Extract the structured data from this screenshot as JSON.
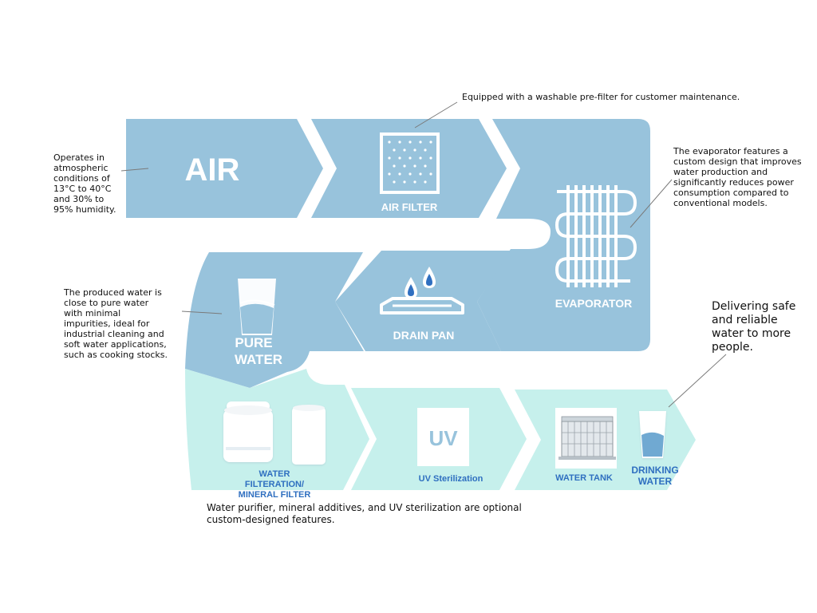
{
  "stages": {
    "air": "AIR",
    "air_filter": "AIR FILTER",
    "evaporator": "EVAPORATOR",
    "drain_pan": "DRAIN PAN",
    "pure_water_line1": "PURE",
    "pure_water_line2": "WATER",
    "water_filtration_line1": "WATER",
    "water_filtration_line2": "FILTERATION/",
    "water_filtration_line3": "MINERAL FILTER",
    "uv_icon_text": "UV",
    "uv_sterilization": "UV Sterilization",
    "water_tank": "WATER TANK",
    "drinking_water_line1": "DRINKING",
    "drinking_water_line2": "WATER"
  },
  "annotations": {
    "atmospheric": "Operates in\natmospheric\nconditions of\n13°C to 40°C\nand 30% to\n95% humidity.",
    "prefilter": "Equipped with a washable pre-filter for customer maintenance.",
    "evaporator": "The evaporator features a\ncustom design that improves\nwater production and\nsignificantly reduces power\nconsumption compared to\nconventional models.",
    "pure_water": "The produced water is\nclose to pure water\nwith minimal\nimpurities, ideal for\nindustrial cleaning and\nsoft water applications,\nsuch as cooking stocks.",
    "delivering": "Delivering safe\nand reliable\nwater to more\npeople.",
    "optional": "Water purifier, mineral additives, and UV sterilization are optional\ncustom-designed features."
  },
  "colors": {
    "blue_band": "#98c3dc",
    "teal_band": "#c6f0ec",
    "label_white": "#ffffff",
    "label_blue": "#2f6fc0",
    "leader_line": "#7a7a7a",
    "glass_water": "#6fa9d2"
  }
}
